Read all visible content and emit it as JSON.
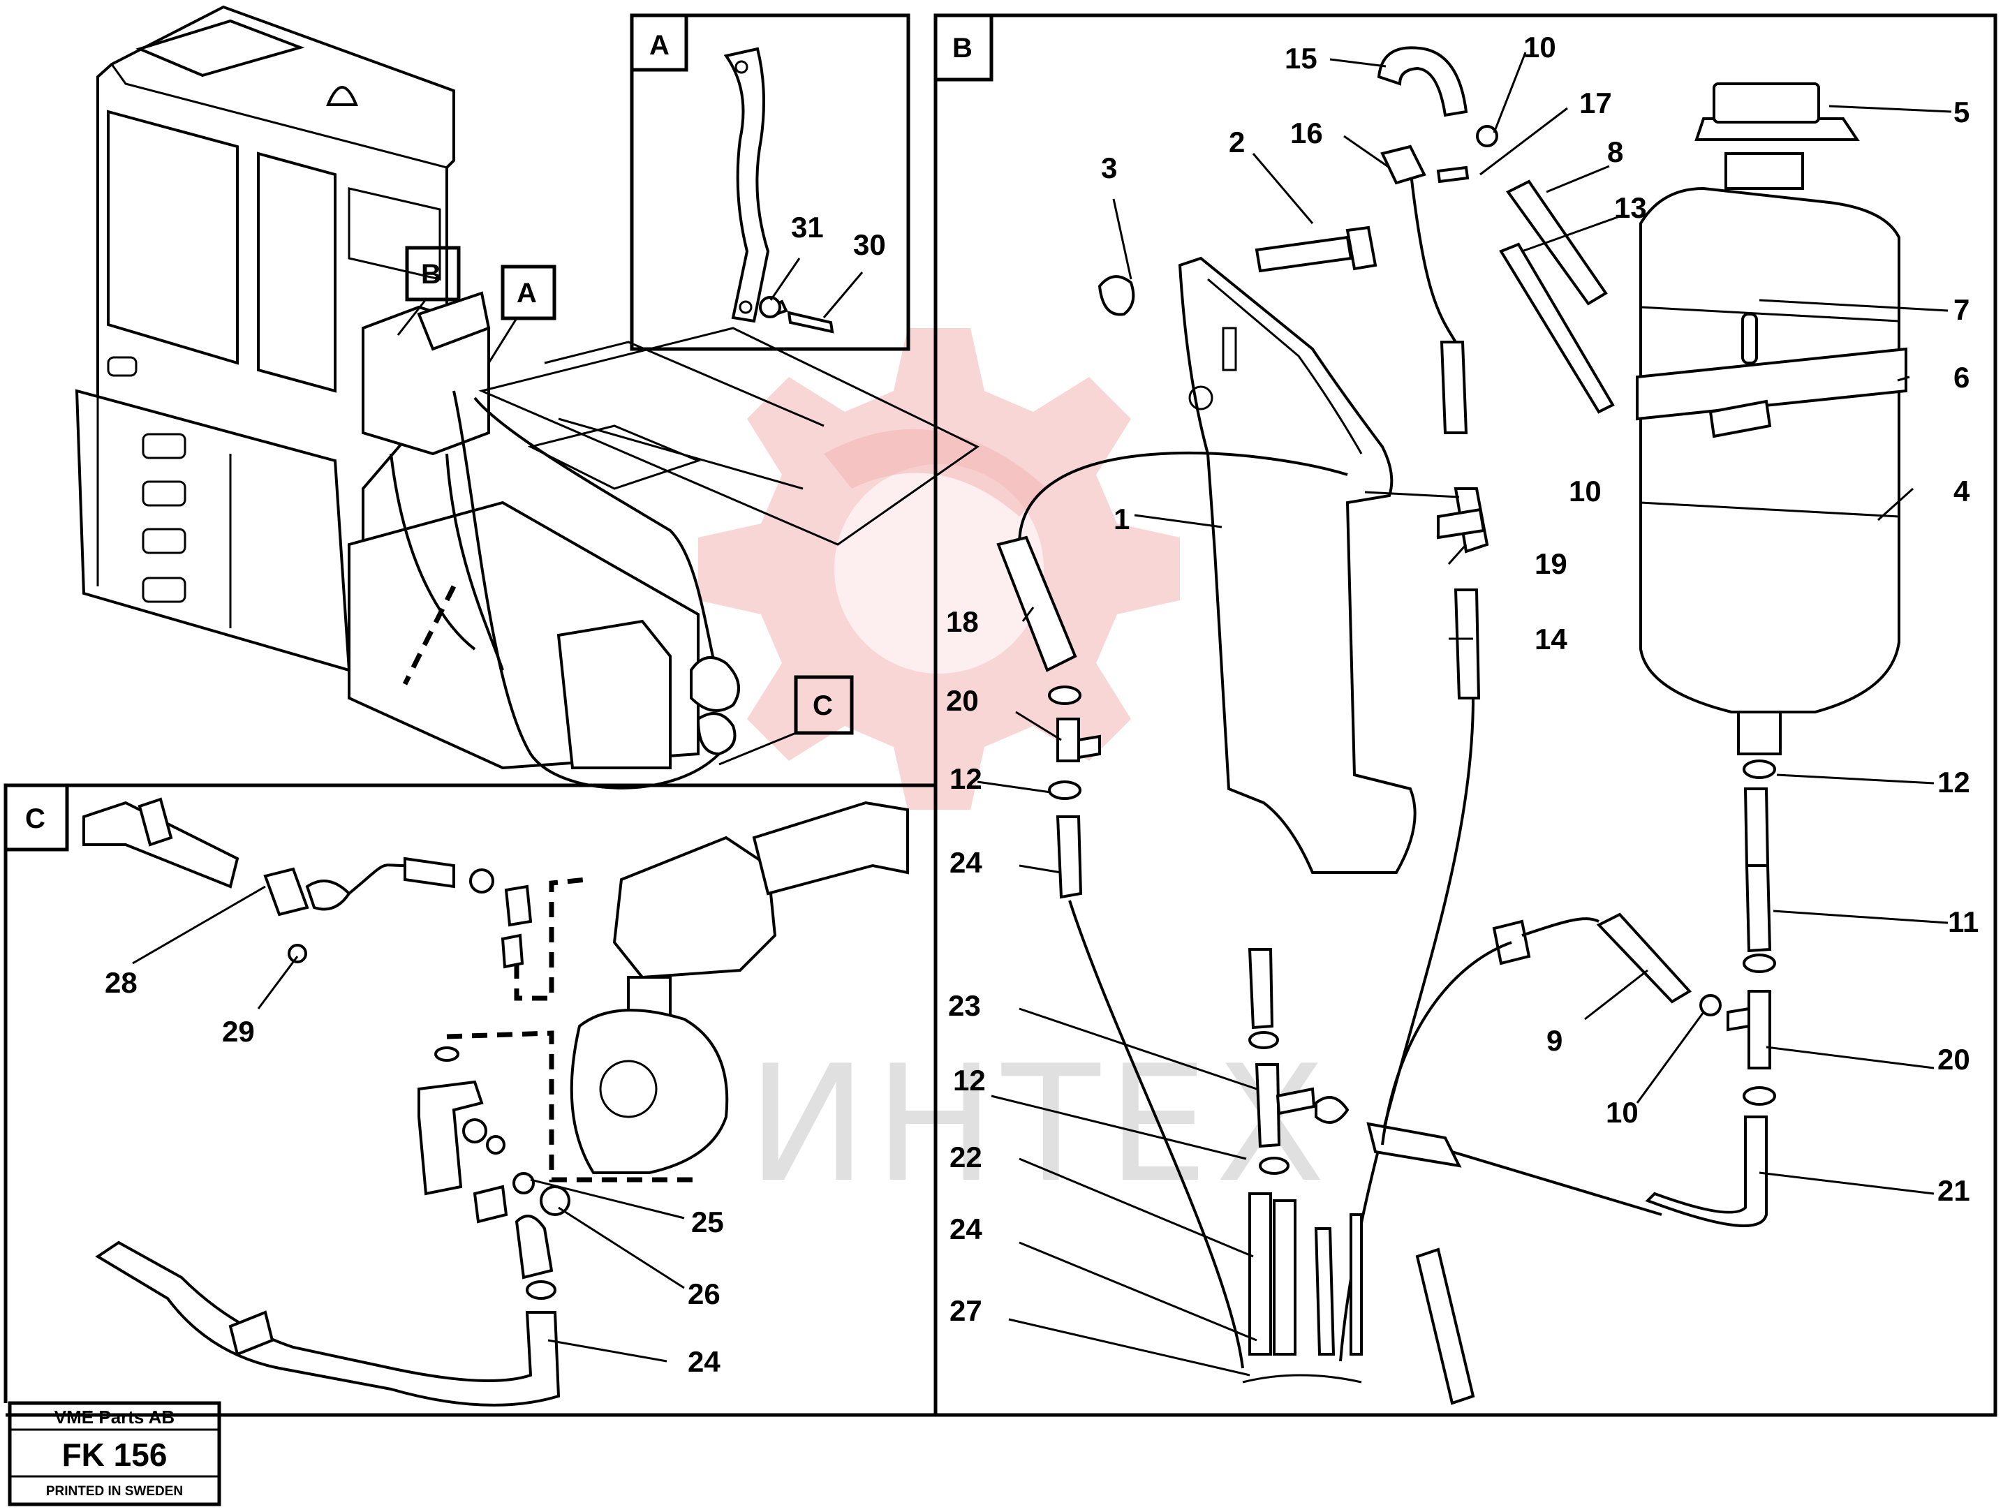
{
  "watermark": {
    "text": "ИНТЕХ",
    "color": "#f4b4b4"
  },
  "detail_labels": {
    "a": "A",
    "b": "B",
    "c": "C"
  },
  "title_block": {
    "company": "VME Parts AB",
    "drawing_number": "FK 156",
    "print_note": "PRINTED IN SWEDEN"
  },
  "callouts": {
    "p1": "1",
    "p2": "2",
    "p3": "3",
    "p4": "4",
    "p5": "5",
    "p6": "6",
    "p7": "7",
    "p8": "8",
    "p9": "9",
    "p10a": "10",
    "p10b": "10",
    "p10c": "10",
    "p11": "11",
    "p12a": "12",
    "p12b": "12",
    "p12c": "12",
    "p13": "13",
    "p14": "14",
    "p15": "15",
    "p16": "16",
    "p17": "17",
    "p18": "18",
    "p19": "19",
    "p20a": "20",
    "p20b": "20",
    "p21": "21",
    "p22": "22",
    "p23": "23",
    "p24a": "24",
    "p24b": "24",
    "p24c": "24",
    "p25": "25",
    "p26": "26",
    "p27": "27",
    "p28": "28",
    "p29": "29",
    "p30": "30",
    "p31": "31"
  }
}
